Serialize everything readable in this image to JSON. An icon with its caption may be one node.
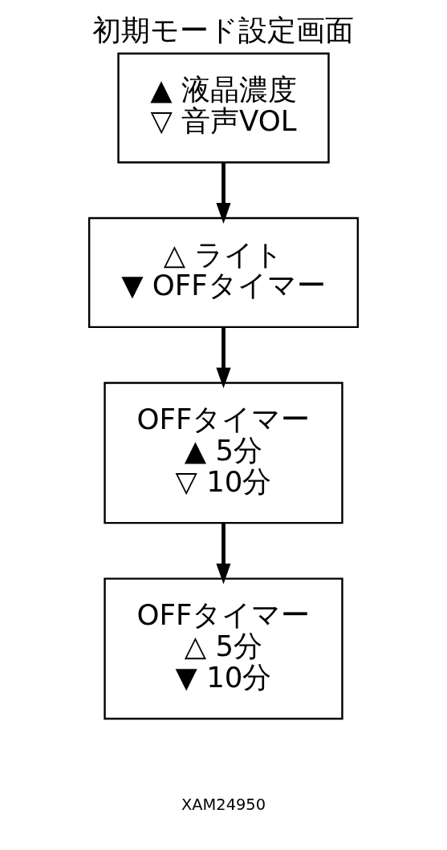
{
  "diagram": {
    "title": "初期モード設定画面",
    "nodes": [
      {
        "text": [
          "▲ 液晶濃度",
          "▽ 音声VOL"
        ]
      },
      {
        "text": [
          "△ ライト",
          "▼ OFFタイマー"
        ]
      },
      {
        "text": [
          "OFFタイマー",
          "▲ 5分",
          "▽ 10分"
        ]
      },
      {
        "text": [
          "OFFタイマー",
          "△ 5分",
          "▼ 10分"
        ]
      }
    ],
    "edges": [
      {
        "from": 0,
        "to": 1,
        "arrow": "to"
      },
      {
        "from": 1,
        "to": 2,
        "arrow": "to"
      },
      {
        "from": 2,
        "to": 3,
        "arrow": "to"
      }
    ],
    "labels": [
      "XAM24950"
    ]
  }
}
